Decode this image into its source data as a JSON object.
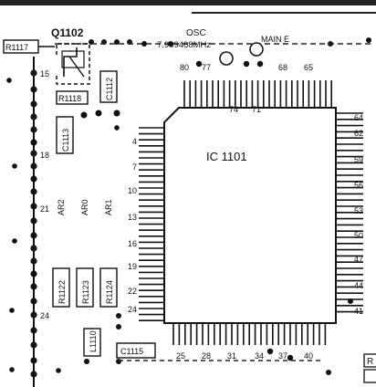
{
  "diagram": {
    "transistor": {
      "label": "Q1102"
    },
    "oscillator": {
      "label": "OSC",
      "frequency": "7.999488MHz",
      "mainboard": "MAIN E"
    },
    "ic": {
      "label": "IC 1101",
      "pins_top": [
        "80",
        "77",
        "74",
        "71",
        "68",
        "65"
      ],
      "pins_left": [
        "4",
        "7",
        "10",
        "13",
        "16",
        "19",
        "22",
        "24"
      ],
      "pins_bottom": [
        "25",
        "28",
        "31",
        "34",
        "37",
        "40"
      ],
      "pins_right": [
        "64",
        "62",
        "59",
        "56",
        "53",
        "50",
        "47",
        "44",
        "41"
      ]
    },
    "resistors": [
      "R1117",
      "R1118",
      "R1122",
      "R1123",
      "R1124"
    ],
    "capacitors": [
      "C1112",
      "C1113",
      "C1115"
    ],
    "inductor": "L1110",
    "arrays": [
      "AR2",
      "AR0",
      "AR1"
    ],
    "bus_pins": [
      "15",
      "18",
      "21",
      "24"
    ],
    "edge_label": "R"
  }
}
